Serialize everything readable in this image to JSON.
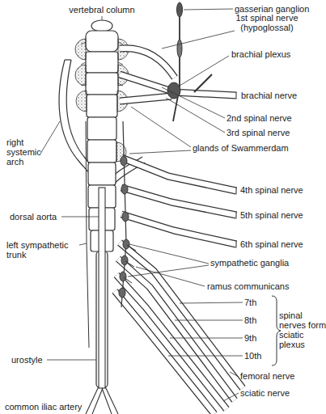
{
  "diagram": {
    "labels": [
      "vertebral column",
      "gasserian ganglion",
      "1st spinal nerve (hypoglossal)",
      "brachial plexus",
      "brachial nerve",
      "2nd spinal nerve",
      "3rd spinal nerve",
      "glands of Swammerdam",
      "right systemic arch",
      "4th spinal nerve",
      "dorsal aorta",
      "5th spinal nerve",
      "left sympathetic trunk",
      "6th spinal nerve",
      "sympathetic ganglia",
      "ramus communicans",
      "7th",
      "8th",
      "9th",
      "10th",
      "spinal nerves form sciatic plexus",
      "urostyle",
      "femoral nerve",
      "sciatic nerve",
      "common iliac artery"
    ]
  }
}
